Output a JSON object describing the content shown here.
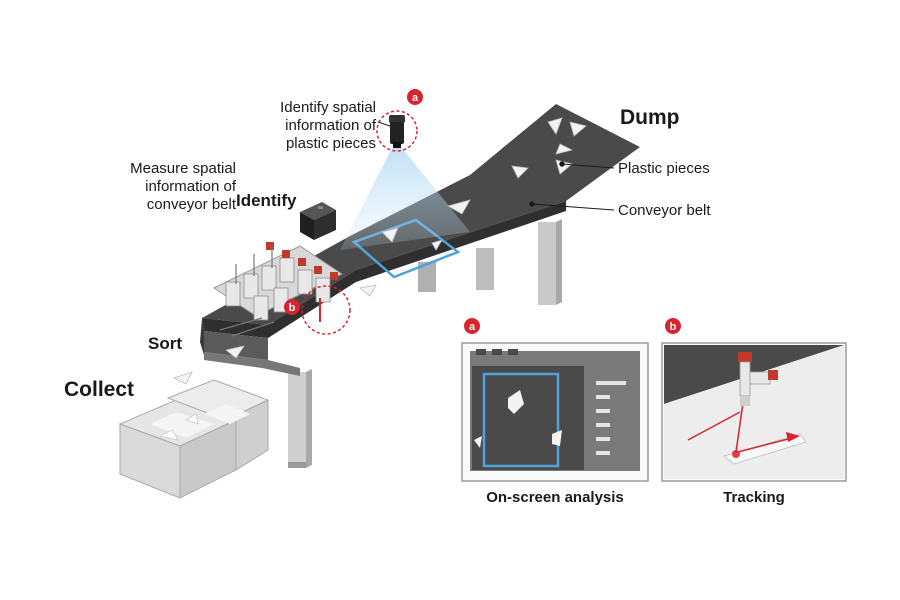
{
  "labels": {
    "identify_spatial": [
      "Identify spatial",
      "information of",
      "plastic pieces"
    ],
    "measure_spatial": [
      "Measure spatial",
      "information of",
      "conveyor belt"
    ],
    "identify": "Identify",
    "dump": "Dump",
    "plastic_pieces": "Plastic pieces",
    "conveyor_belt": "Conveyor belt",
    "sort": "Sort",
    "collect": "Collect"
  },
  "badges": {
    "a": "a",
    "b": "b"
  },
  "insets": [
    {
      "badge": "a",
      "caption": "On-screen analysis"
    },
    {
      "badge": "b",
      "caption": "Tracking"
    }
  ],
  "colors": {
    "belt": "#4a4a4a",
    "belt_edge": "#2f2f2f",
    "accent_red": "#d9232e",
    "scan_blue": "#4ea3d8",
    "light_gray": "#d4d4d4",
    "mid_gray": "#a9a9a9"
  },
  "icons": [
    "camera-icon",
    "sensor-icon",
    "robot-arm-icon"
  ]
}
